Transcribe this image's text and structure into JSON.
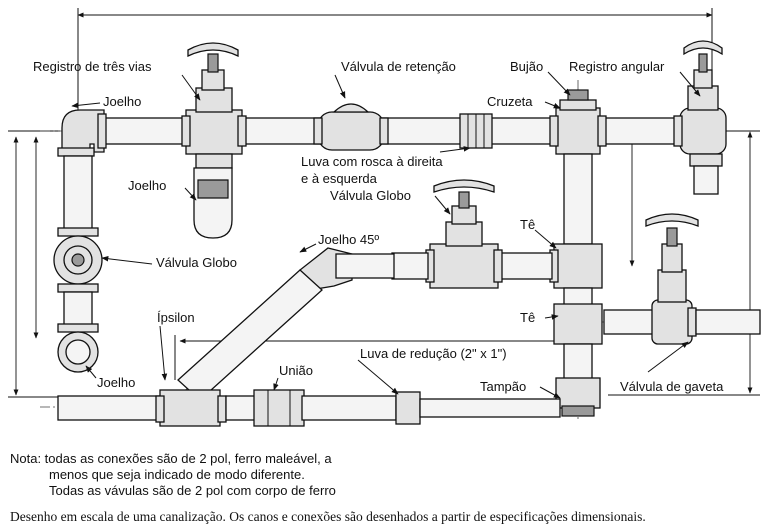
{
  "labels": {
    "registro_tres_vias": "Registro de três vias",
    "valvula_retencao": "Válvula de retenção",
    "bujao": "Bujão",
    "registro_angular": "Registro angular",
    "joelho_top": "Joelho",
    "cruzeta": "Cruzeta",
    "luva_rosca_1": "Luva com rosca à direita",
    "luva_rosca_2": "e à esquerda",
    "joelho_mid": "Joelho",
    "valvula_globo_top": "Válvula Globo",
    "te_upper": "Tê",
    "joelho_45": "Joelho 45º",
    "valvula_globo_left": "Válvula Globo",
    "ipsilon": "Ípsilon",
    "te_lower": "Tê",
    "uniao": "União",
    "luva_reducao": "Luva de redução (2\" x 1\")",
    "joelho_bottom": "Joelho",
    "tampao": "Tampão",
    "valvula_gaveta": "Válvula de gaveta"
  },
  "note": {
    "line1": "Nota: todas as conexões são de 2 pol, ferro maleável, a",
    "line2": "menos que seja indicado de modo diferente.",
    "line3": "Todas as vávulas são de 2 pol com corpo de ferro"
  },
  "caption": "Desenho em escala de uma canalização. Os canos e conexões são desenhados a partir de especificações dimensionais."
}
